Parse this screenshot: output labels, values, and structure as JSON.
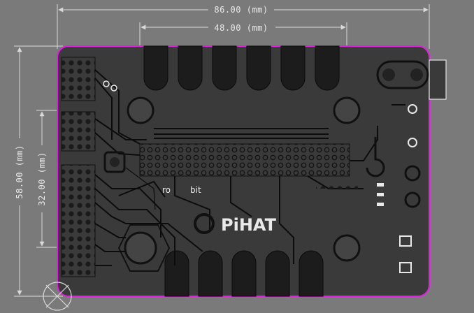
{
  "dimensions": {
    "board_width": "86.00 (mm)",
    "connector_span": "48.00 (mm)",
    "board_height": "58.00 (mm)",
    "header_height": "32.00 (mm)"
  },
  "silkscreen": {
    "label_left": "ro",
    "label_right": "bit",
    "brand": "PiHAT"
  },
  "colors": {
    "background": "#7a7a7a",
    "board": "#3a3a3a",
    "outline": "#e11fe1",
    "dimension": "#d9d9d9"
  }
}
